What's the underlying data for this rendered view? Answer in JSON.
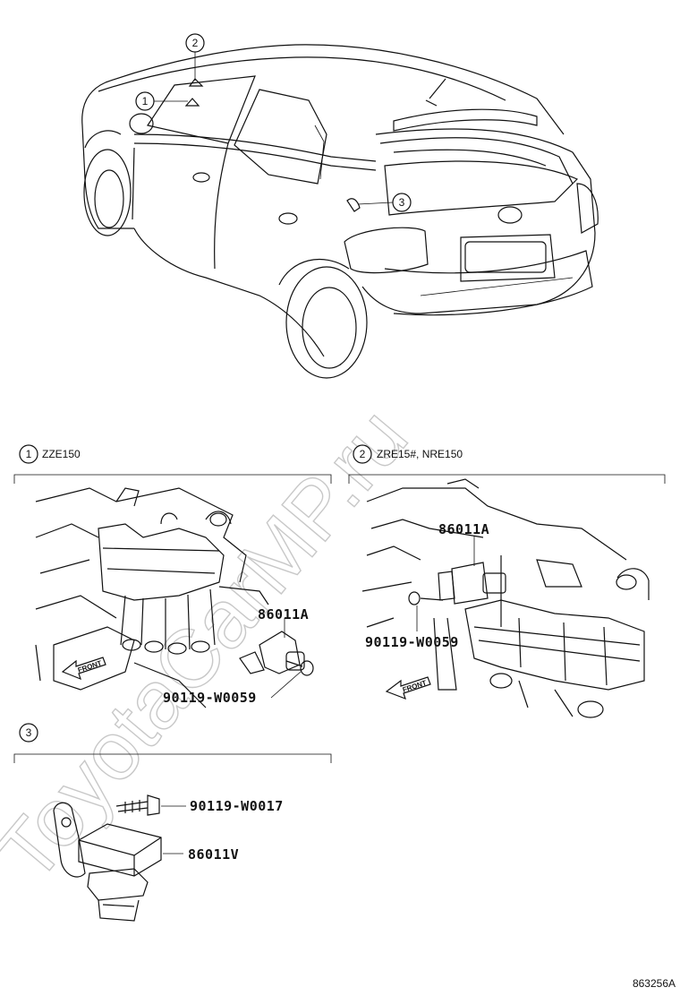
{
  "callouts": {
    "c1": "1",
    "c2": "2",
    "c3": "3"
  },
  "sections": [
    {
      "number": "1",
      "label": "ZZE150"
    },
    {
      "number": "2",
      "label": "ZRE15#, NRE150"
    },
    {
      "number": "3",
      "label": ""
    }
  ],
  "parts": {
    "s1_sensor": "86011A",
    "s1_bolt": "90119-W0059",
    "s2_sensor": "86011A",
    "s2_bolt": "90119-W0059",
    "s3_bolt": "90119-W0017",
    "s3_module": "86011V"
  },
  "front_label": "FRONT",
  "watermark": "ToyotaCarMP.ru",
  "diagram_code": "863256A"
}
